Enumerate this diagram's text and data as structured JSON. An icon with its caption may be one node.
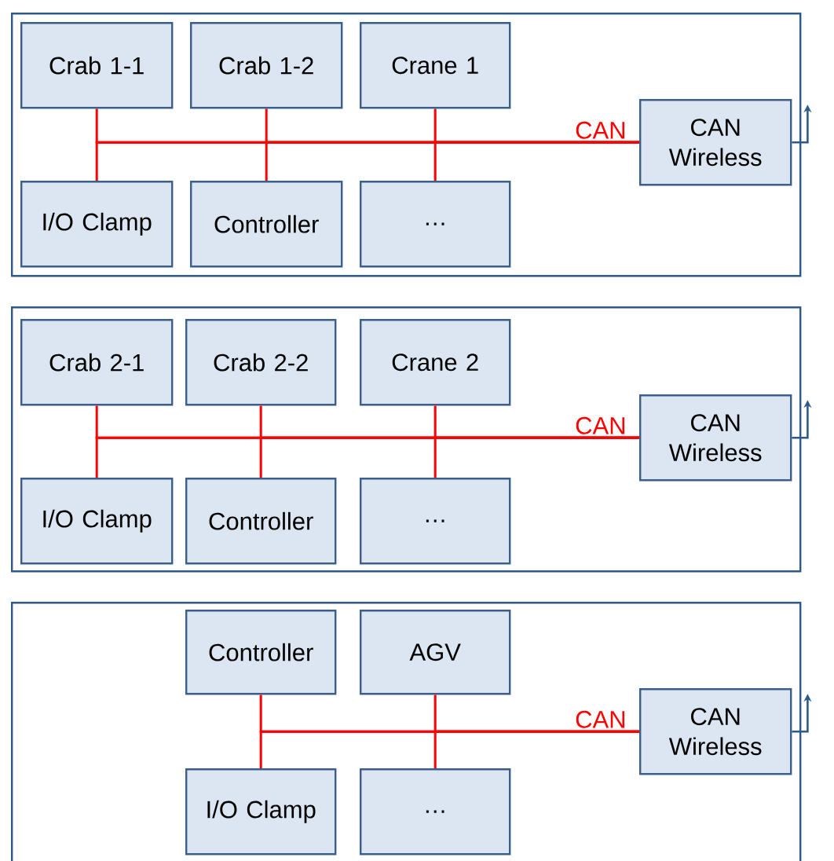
{
  "diagram": {
    "nodes": [
      {
        "text": [],
        "shape": "box"
      },
      {
        "text": [
          "Crab 1-1"
        ],
        "in": 0
      },
      {
        "text": [
          "Crab 1-2"
        ],
        "in": 0
      },
      {
        "text": [
          "Crane 1"
        ],
        "in": 0
      },
      {
        "text": [
          "CAN Wireless"
        ],
        "in": 0
      },
      {
        "text": [
          "I/O Clamp"
        ],
        "in": 0
      },
      {
        "text": [
          "Controller"
        ],
        "in": 0
      },
      {
        "text": [
          "…"
        ],
        "in": 0
      },
      {
        "text": [],
        "shape": "box"
      },
      {
        "text": [
          "Crab 2-1"
        ],
        "in": 8
      },
      {
        "text": [
          "Crab 2-2"
        ],
        "in": 8
      },
      {
        "text": [
          "Crane 2"
        ],
        "in": 8
      },
      {
        "text": [
          "CAN Wireless"
        ],
        "in": 8
      },
      {
        "text": [
          "I/O Clamp"
        ],
        "in": 8
      },
      {
        "text": [
          "Controller"
        ],
        "in": 8
      },
      {
        "text": [
          "…"
        ],
        "in": 8
      },
      {
        "text": [],
        "shape": "box"
      },
      {
        "text": [
          "Controller"
        ],
        "in": 16
      },
      {
        "text": [
          "AGV"
        ],
        "in": 16
      },
      {
        "text": [
          "CAN Wireless"
        ],
        "in": 16
      },
      {
        "text": [
          "I/O Clamp"
        ],
        "in": 16
      },
      {
        "text": [
          "…"
        ],
        "in": 16
      }
    ],
    "edges": [
      {
        "from": 1,
        "to": 4,
        "arrow": "none"
      },
      {
        "from": 2,
        "to": 4,
        "arrow": "none"
      },
      {
        "from": 3,
        "to": 4,
        "arrow": "none",
        "label": "CAN"
      },
      {
        "from": 5,
        "to": 4,
        "arrow": "none"
      },
      {
        "from": 6,
        "to": 4,
        "arrow": "none"
      },
      {
        "from": 7,
        "to": 4,
        "arrow": "none"
      },
      {
        "from": 9,
        "to": 12,
        "arrow": "none"
      },
      {
        "from": 10,
        "to": 12,
        "arrow": "none"
      },
      {
        "from": 11,
        "to": 12,
        "arrow": "none",
        "label": "CAN"
      },
      {
        "from": 13,
        "to": 12,
        "arrow": "none"
      },
      {
        "from": 14,
        "to": 12,
        "arrow": "none"
      },
      {
        "from": 15,
        "to": 12,
        "arrow": "none"
      },
      {
        "from": 17,
        "to": 19,
        "arrow": "none"
      },
      {
        "from": 18,
        "to": 19,
        "arrow": "none",
        "label": "CAN"
      },
      {
        "from": 20,
        "to": 19,
        "arrow": "none"
      },
      {
        "from": 21,
        "to": 19,
        "arrow": "none"
      }
    ]
  }
}
